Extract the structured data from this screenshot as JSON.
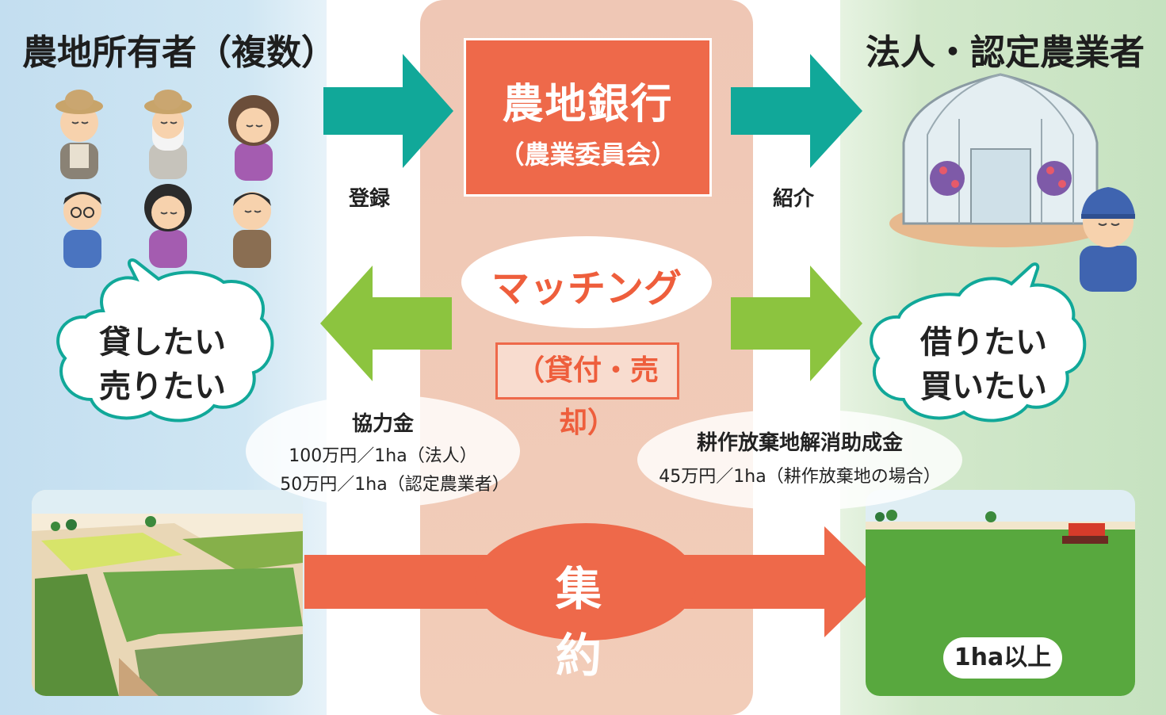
{
  "left": {
    "title": "農地所有者（複数）",
    "cloud_line1": "貸したい",
    "cloud_line2": "売りたい"
  },
  "center": {
    "bank_name": "農地銀行",
    "bank_sub": "（農業委員会）",
    "matching": "マッチング",
    "lend_sell": "（貸付・売却）",
    "consolidation": "集　約"
  },
  "right": {
    "title": "法人・認定農業者",
    "cloud_line1": "借りたい",
    "cloud_line2": "買いたい",
    "area_label": "1ha以上"
  },
  "flows": {
    "register": "登録",
    "introduce": "紹介"
  },
  "subsidy_left": {
    "title": "協力金",
    "line1": "100万円／1ha（法人）",
    "line2": "50万円／1ha（認定農業者）"
  },
  "subsidy_right": {
    "title": "耕作放棄地解消助成金",
    "line1": "45万円／1ha（耕作放棄地の場合）"
  },
  "colors": {
    "teal_arrow": "#11a899",
    "green_arrow": "#8cc43f",
    "orange": "#ee694a",
    "left_bg": "#c3def0",
    "mid_bg": "#efc7b5",
    "right_bg": "#c6e2c0"
  }
}
